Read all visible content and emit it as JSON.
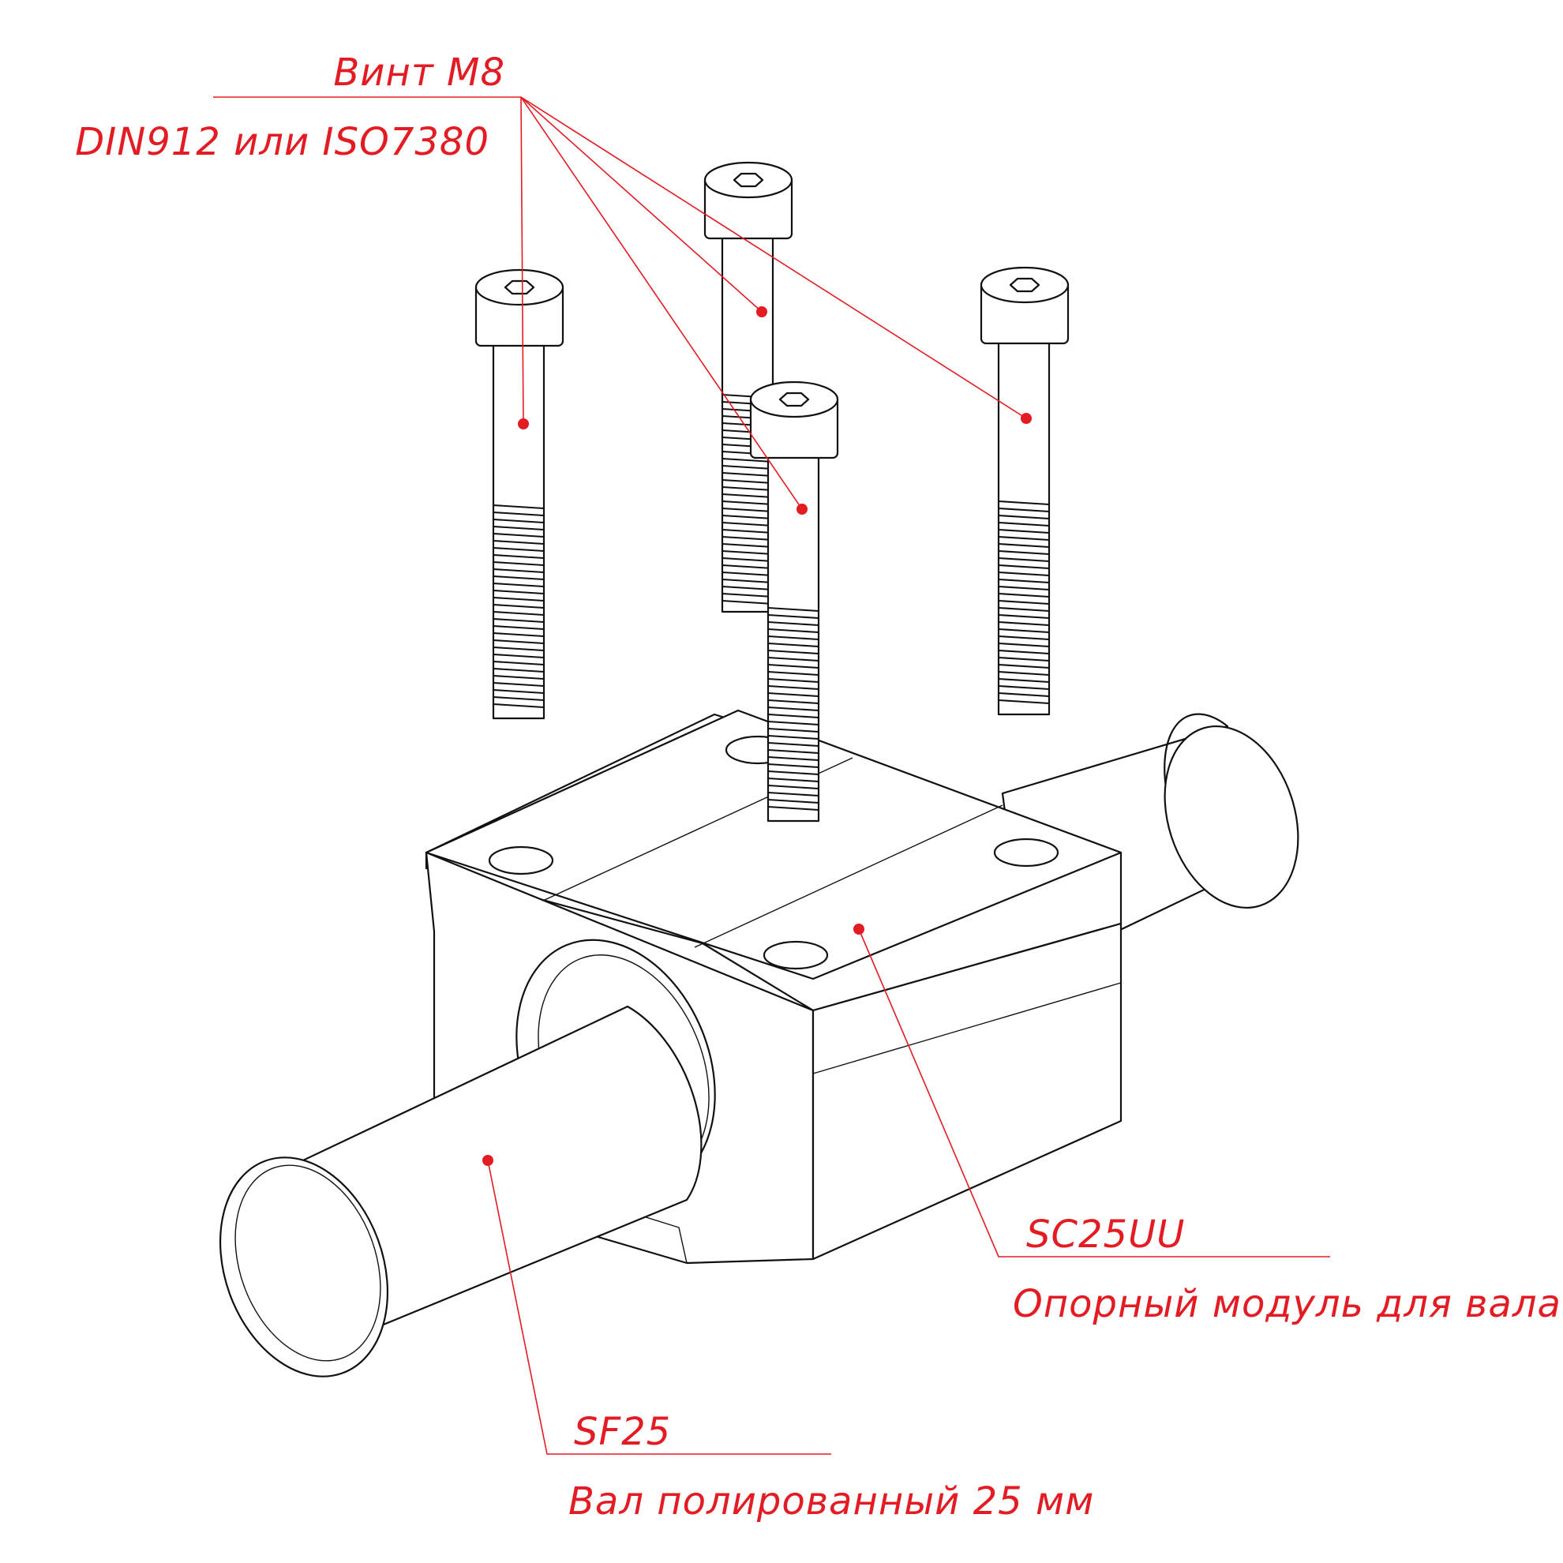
{
  "colors": {
    "annotation": "#e31b23",
    "drawing": "#111111",
    "background": "#ffffff"
  },
  "callouts": {
    "screw": {
      "title": "Винт М8",
      "subtitle": "DIN912 или ISO7380"
    },
    "support": {
      "title": "SC25UU",
      "subtitle": "Опорный модуль для вала"
    },
    "shaft": {
      "title": "SF25",
      "subtitle": "Вал полированный 25 мм"
    }
  },
  "parts": {
    "screw_count": 4,
    "screw_icon": "socket-head-cap-screw-icon",
    "block_icon": "linear-bearing-block-icon",
    "shaft_icon": "polished-shaft-icon"
  }
}
